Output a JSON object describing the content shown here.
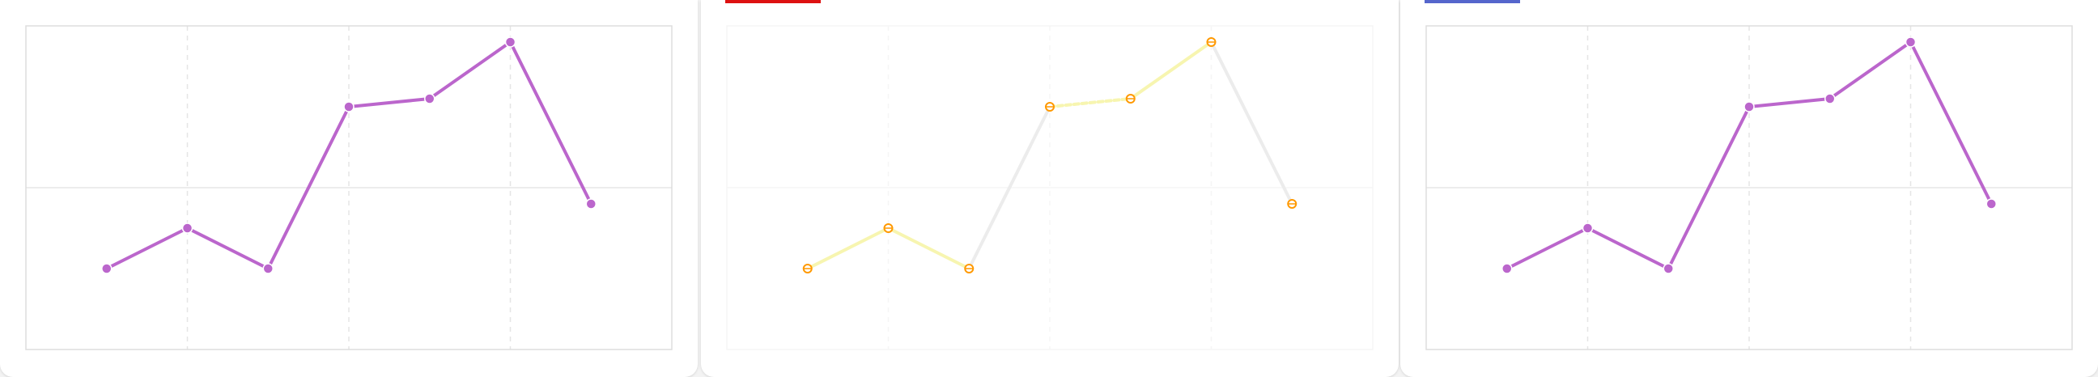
{
  "colors": {
    "page_background": "#f3f3f3",
    "card_background": "#ffffff",
    "series": "#bb66cc",
    "grid": "#e5e5e5",
    "frame": "#dddddd",
    "faded_grid": "#f6f6f6",
    "faded_line": "#ececec",
    "highlight_line": "#f7f5b0",
    "highlight_marker": "#ff9900",
    "tab_red": "#dd1111",
    "tab_blue": "#5566cc"
  },
  "chart_data": [
    {
      "type": "line",
      "x": [
        1,
        2,
        3,
        4,
        5,
        6,
        7
      ],
      "series": [
        {
          "values": [
            -5,
            -2.5,
            -5,
            5,
            5.5,
            9,
            -1
          ]
        }
      ],
      "xlim": [
        0,
        8
      ],
      "ylim": [
        -10,
        10
      ],
      "grid": true,
      "style": "normal"
    },
    {
      "type": "line",
      "x": [
        1,
        2,
        3,
        4,
        5,
        6,
        7
      ],
      "series": [
        {
          "values": [
            -5,
            -2.5,
            -5,
            5,
            5.5,
            9,
            -1
          ]
        }
      ],
      "xlim": [
        0,
        8
      ],
      "ylim": [
        -10,
        10
      ],
      "grid": true,
      "style": "highlighted",
      "selected_tab_color": "#dd1111"
    },
    {
      "type": "line",
      "x": [
        1,
        2,
        3,
        4,
        5,
        6,
        7
      ],
      "series": [
        {
          "values": [
            -5,
            -2.5,
            -5,
            5,
            5.5,
            9,
            -1
          ]
        }
      ],
      "xlim": [
        0,
        8
      ],
      "ylim": [
        -10,
        10
      ],
      "grid": true,
      "style": "normal",
      "selected_tab_color": "#5566cc"
    }
  ]
}
